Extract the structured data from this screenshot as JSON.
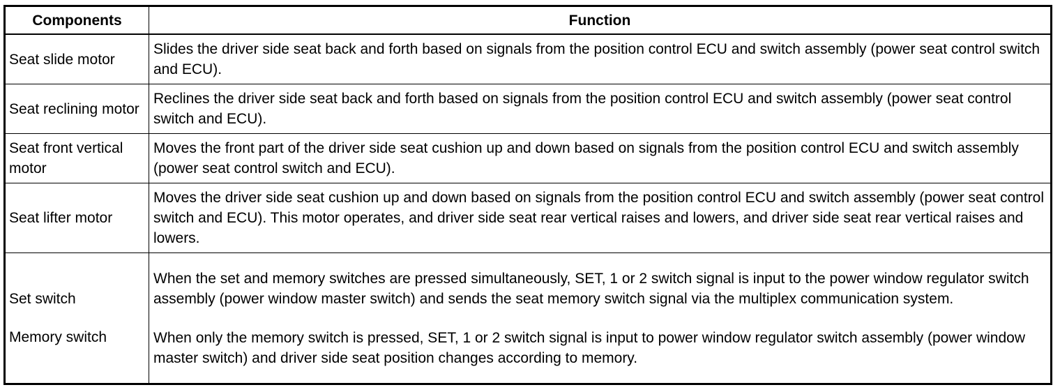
{
  "table": {
    "headers": {
      "components": "Components",
      "function": "Function"
    },
    "rows": [
      {
        "component": [
          "Seat slide motor"
        ],
        "function": [
          "Slides the driver side seat back and forth based on signals from the position control ECU and switch assembly (power seat control switch and ECU)."
        ]
      },
      {
        "component": [
          "Seat reclining motor"
        ],
        "function": [
          "Reclines the driver side seat back and forth based on signals from the position control ECU and switch assembly (power seat control switch and ECU)."
        ]
      },
      {
        "component": [
          "Seat front vertical motor"
        ],
        "function": [
          "Moves the front part of the driver side seat cushion up and down based on signals from the position control ECU and switch assembly (power seat control switch and ECU)."
        ]
      },
      {
        "component": [
          "Seat lifter motor"
        ],
        "function": [
          "Moves the driver side seat cushion up and down based on signals from the position control ECU and switch assembly (power seat control switch and ECU). This motor operates, and driver side seat rear vertical raises and lowers, and driver side seat rear vertical raises and lowers."
        ]
      },
      {
        "component": [
          "Set switch",
          "Memory switch"
        ],
        "function": [
          "When the set and memory switches are pressed simultaneously, SET, 1 or 2 switch signal is input to the power window regulator switch assembly (power window master switch) and sends the seat memory switch signal via the multiplex communication system.",
          "When only the memory switch is pressed, SET, 1 or 2 switch signal is input to power window regulator switch assembly (power window master switch) and driver side seat position changes according to memory."
        ]
      }
    ]
  }
}
